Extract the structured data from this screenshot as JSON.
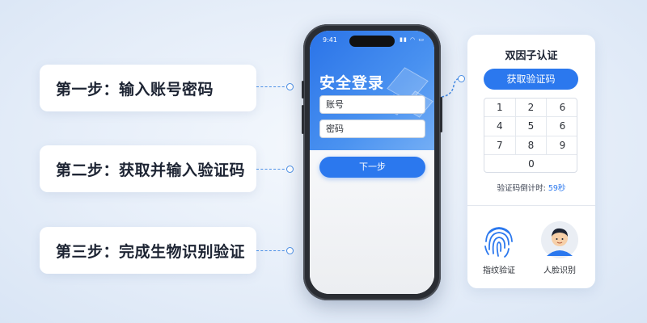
{
  "steps": [
    {
      "label": "第一步：输入账号密码"
    },
    {
      "label": "第二步：获取并输入验证码"
    },
    {
      "label": "第三步：完成生物识别验证"
    }
  ],
  "phone": {
    "time": "9:41",
    "status_icons": "▮▮ ◠ ▭",
    "title": "安全登录",
    "account_placeholder": "账号",
    "password_placeholder": "密码",
    "next_button": "下一步"
  },
  "two_factor": {
    "title": "双因子认证",
    "get_code_button": "获取验证码",
    "keypad": [
      "1",
      "2",
      "6",
      "4",
      "5",
      "6",
      "7",
      "8",
      "9",
      "0"
    ],
    "countdown_label": "验证码倒计时: ",
    "countdown_value": "59秒",
    "fingerprint_label": "指纹验证",
    "face_label": "人脸识别"
  },
  "colors": {
    "accent": "#2b78ee",
    "connector": "#4a8fe6"
  },
  "icons": [
    "fingerprint-icon",
    "face-avatar-icon",
    "signal-icon",
    "wifi-icon",
    "battery-icon"
  ]
}
